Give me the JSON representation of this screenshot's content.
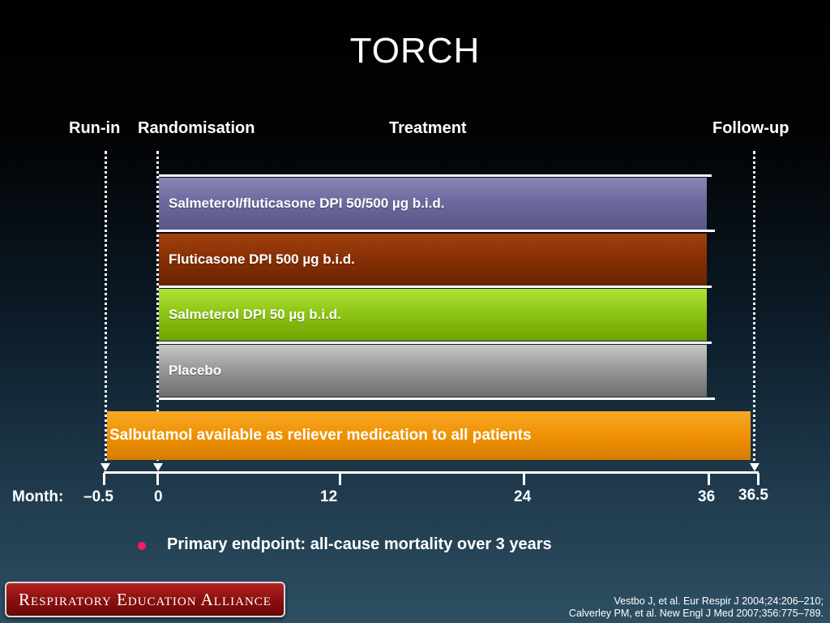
{
  "slide": {
    "title": "TORCH"
  },
  "phases": {
    "run_in": "Run-in",
    "randomisation": "Randomisation",
    "treatment": "Treatment",
    "follow_up": "Follow-up"
  },
  "arms": [
    {
      "label": "Salmeterol/fluticasone DPI 50/500 µg b.i.d.",
      "color": "#6f6a9e"
    },
    {
      "label": "Fluticasone DPI 500 µg b.i.d.",
      "color": "#852f05"
    },
    {
      "label": "Salmeterol DPI 50 µg b.i.d.",
      "color": "#8ec614"
    },
    {
      "label": "Placebo",
      "color": "#9a9a9a"
    }
  ],
  "reliever": {
    "label": "Salbutamol available as reliever medication to all patients",
    "color": "#ee8f00"
  },
  "timeline": {
    "axis_label": "Month:",
    "ticks": [
      "–0.5",
      "0",
      "12",
      "24",
      "36",
      "36.5"
    ]
  },
  "bullet": {
    "text": "Primary endpoint: all-cause mortality over 3 years",
    "color": "#ff1a5a"
  },
  "logo": {
    "text": "Respiratory Education Alliance"
  },
  "citation": {
    "line1": "Vestbo J, et al. Eur Respir J 2004;24:206–210;",
    "line2": "Calverley PM, et al. New Engl J Med 2007;356:775–789."
  }
}
